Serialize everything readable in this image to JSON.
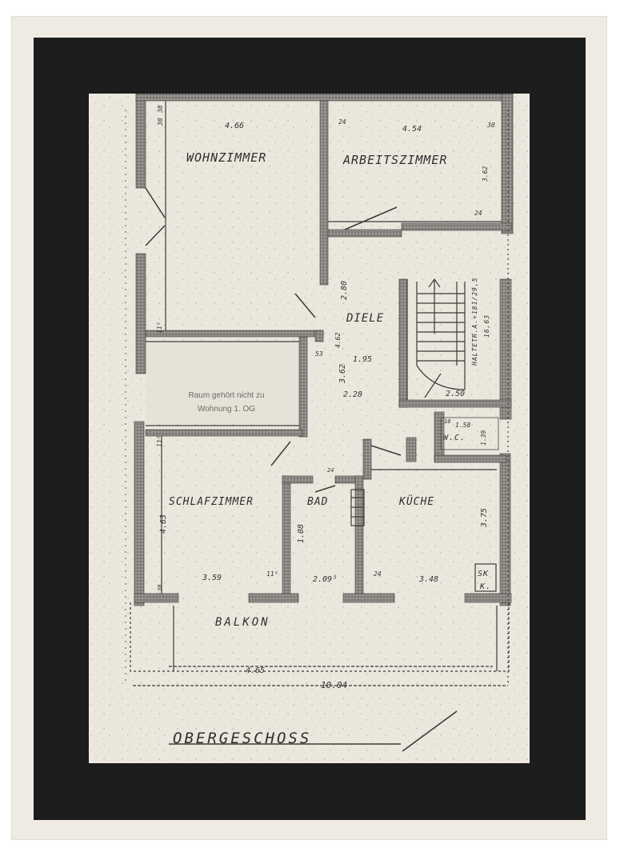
{
  "plan": {
    "floor_title": "OBERGESCHOSS",
    "rooms": {
      "wohnzimmer": "WOHNZIMMER",
      "arbeitszimmer": "ARBEITSZIMMER",
      "diele": "DIELE",
      "schlafzimmer": "SCHLAFZIMMER",
      "bad": "BAD",
      "kueche": "KÜCHE",
      "wc": "W.C.",
      "balkon": "BALKON",
      "stair_note": "HALTETR.A.+181/29,5",
      "stair_note_2": "16,63",
      "sk_line1": "SK",
      "sk_line2": "K."
    },
    "notice": {
      "line1": "Raum gehört nicht zu",
      "line2": "Wohnung 1. OG"
    },
    "dimensions": {
      "d_466": "4.66",
      "d_454": "4.54",
      "d_24a": "24",
      "d_30a": "30",
      "d_30b": "30",
      "d_38": "38",
      "d_362a": "3.62",
      "d_24b": "24",
      "d_280": "2.80",
      "d_115a": "11⁵",
      "d_462": "4.62",
      "d_53": "53",
      "d_195": "1.95",
      "d_362b": "3.62",
      "d_228": "2.28",
      "d_250": "2.50",
      "d_158": "1.58",
      "d_139": "1.39",
      "d_10": "10",
      "d_115b": "11⁵",
      "d_24c": "24",
      "d_463": "4.63",
      "d_108": "1.08",
      "d_375": "3.75",
      "d_359": "3.59",
      "d_115c": "11⁵",
      "d_209": "2.09⁵",
      "d_24d": "24",
      "d_348": "3.48",
      "d_30c": "30",
      "d_465": "4.65",
      "d_1004": "10.04"
    }
  }
}
